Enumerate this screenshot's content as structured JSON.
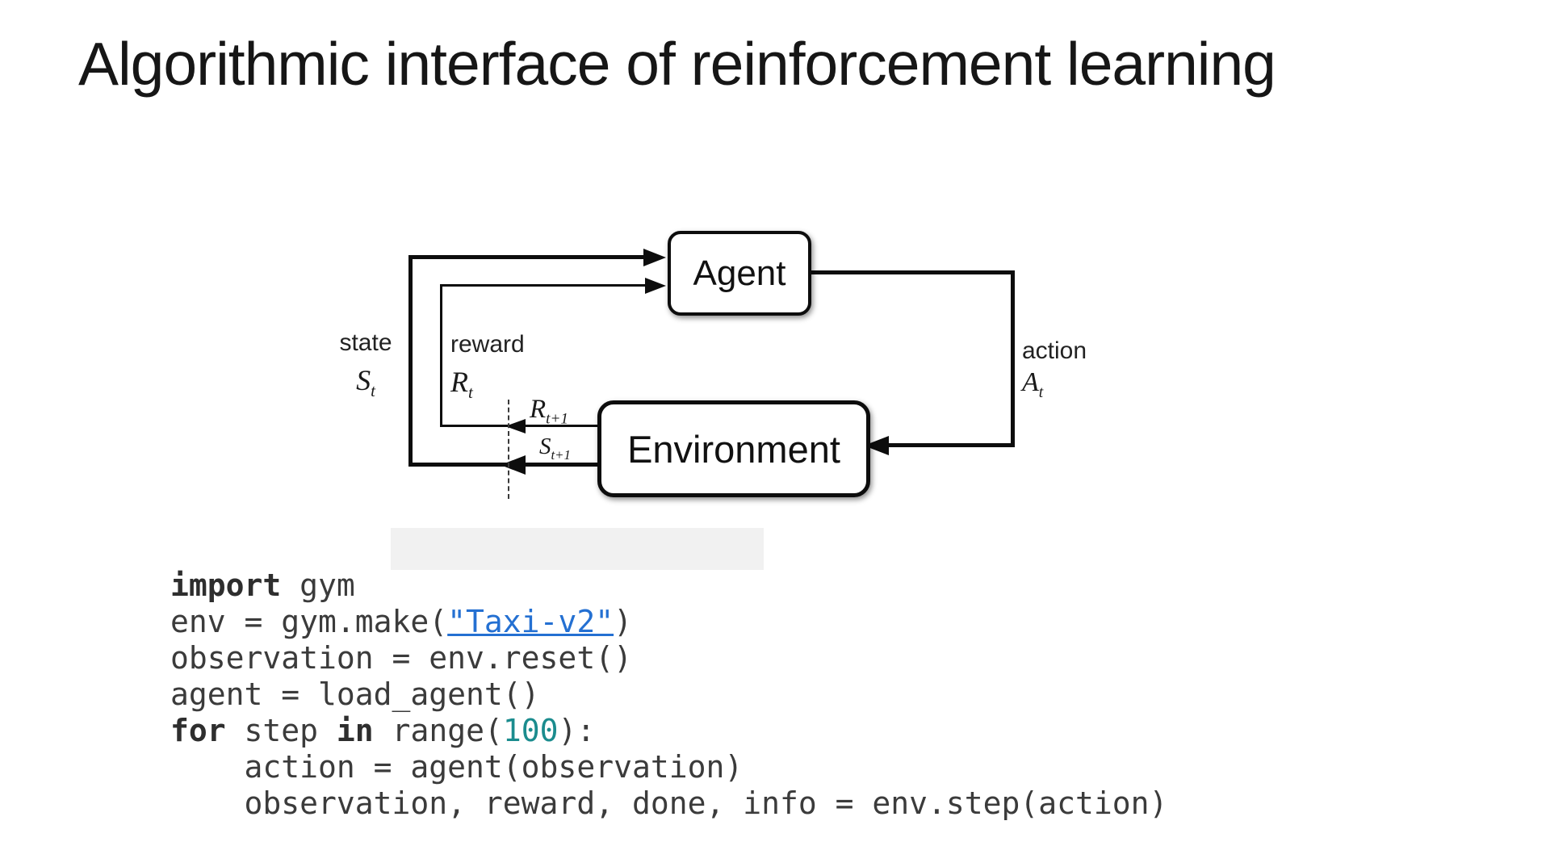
{
  "slide": {
    "title": "Algorithmic interface of reinforcement learning"
  },
  "diagram": {
    "agent_label": "Agent",
    "environment_label": "Environment",
    "state_label": "state",
    "state_symbol": "S",
    "state_sub": "t",
    "reward_label": "reward",
    "reward_symbol": "R",
    "reward_sub": "t",
    "next_reward_symbol": "R",
    "next_reward_sub": "t+1",
    "next_state_symbol": "S",
    "next_state_sub": "t+1",
    "action_label": "action",
    "action_symbol": "A",
    "action_sub": "t"
  },
  "code": {
    "lines": [
      [
        {
          "t": "import",
          "s": "kw"
        },
        {
          "t": " gym",
          "s": "p"
        }
      ],
      [
        {
          "t": "env = gym.make(",
          "s": "p"
        },
        {
          "t": "\"Taxi-v2\"",
          "s": "link"
        },
        {
          "t": ")",
          "s": "p"
        }
      ],
      [
        {
          "t": "observation = env.reset()",
          "s": "p"
        }
      ],
      [
        {
          "t": "agent = load_agent()",
          "s": "p"
        }
      ],
      [
        {
          "t": "for",
          "s": "kw"
        },
        {
          "t": " step ",
          "s": "p"
        },
        {
          "t": "in",
          "s": "kw"
        },
        {
          "t": " range(",
          "s": "p"
        },
        {
          "t": "100",
          "s": "num"
        },
        {
          "t": "):",
          "s": "p"
        }
      ],
      [
        {
          "t": "    action = agent(observation)",
          "s": "p"
        }
      ],
      [
        {
          "t": "    observation, reward, done, info = env.step(action)",
          "s": "p"
        }
      ]
    ]
  },
  "colors": {
    "diagram_line": "#0d0d0d",
    "code_text": "#3b3b3b",
    "keyword": "#2e2e2e",
    "number_teal": "#1b8c8e",
    "link_blue": "#2470d2",
    "background": "#ffffff"
  }
}
